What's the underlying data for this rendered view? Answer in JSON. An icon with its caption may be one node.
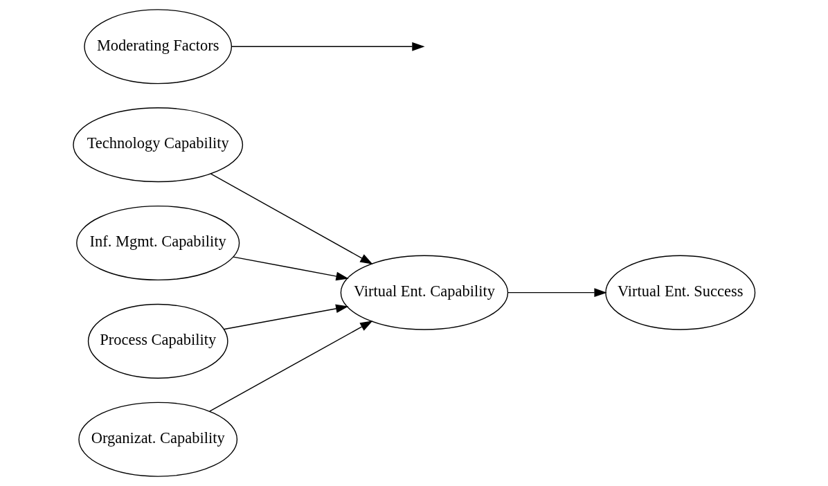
{
  "diagram": {
    "nodes": [
      {
        "text": [
          "Technology Capability"
        ]
      },
      {
        "text": [
          "Inf. Mgmt. Capability"
        ]
      },
      {
        "text": [
          "Process Capability"
        ]
      },
      {
        "text": [
          "Organizat. Capability"
        ]
      },
      {
        "text": [
          "Virtual Ent. Capability"
        ]
      },
      {
        "text": [
          "Moderating Factors"
        ]
      },
      {
        "text": [
          "Virtual Ent. Success"
        ]
      }
    ],
    "edges": [
      {
        "from": 0,
        "to": 4,
        "arrow": "to"
      },
      {
        "from": 1,
        "to": 4,
        "arrow": "to"
      },
      {
        "from": 2,
        "to": 4,
        "arrow": "to"
      },
      {
        "from": 3,
        "to": 4,
        "arrow": "to"
      },
      {
        "from": 4,
        "to": 6,
        "arrow": "to"
      },
      {
        "from": 5,
        "to": null,
        "arrow": "to"
      }
    ]
  }
}
